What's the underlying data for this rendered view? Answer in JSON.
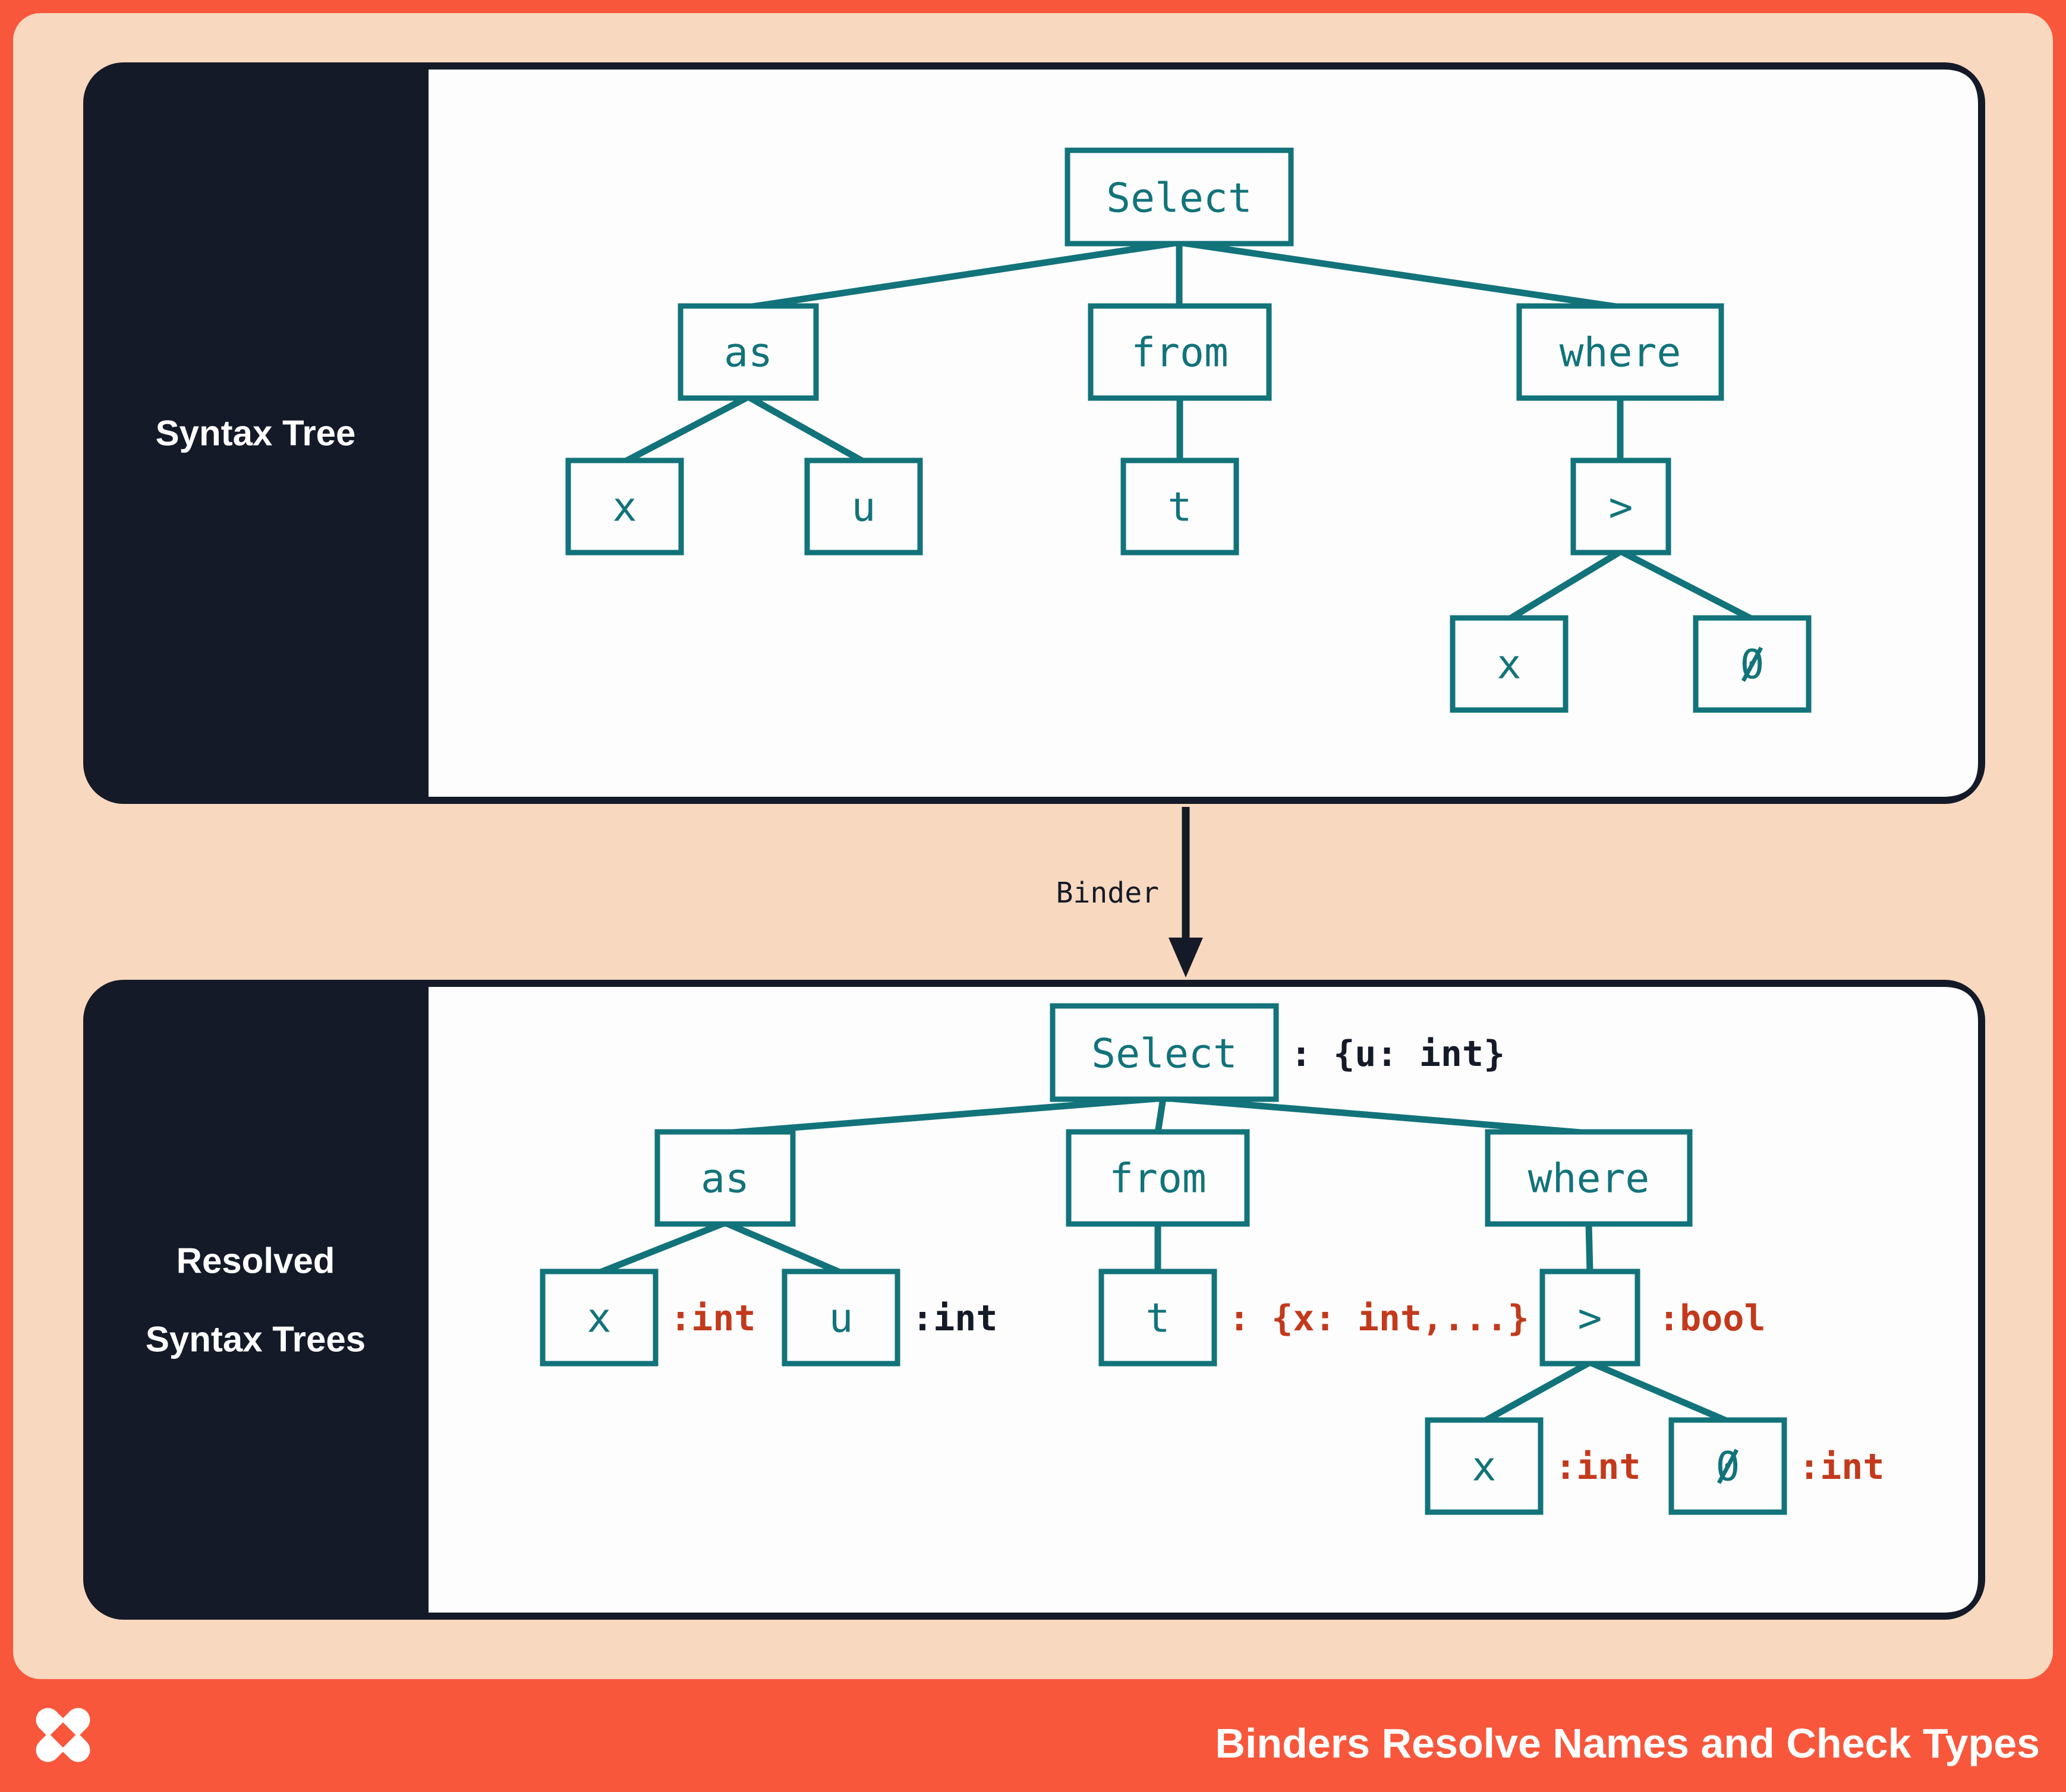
{
  "colors": {
    "orange": "#F8573C",
    "peach": "#F8D9BF",
    "navy": "#141A28",
    "teal": "#12737B",
    "red": "#C23A1B",
    "panel_bg": "#FDFDFD"
  },
  "panels": {
    "syntax": {
      "label": "Syntax Tree"
    },
    "resolved": {
      "label_line1": "Resolved",
      "label_line2": "Syntax Trees"
    }
  },
  "binder": {
    "label": "Binder"
  },
  "syntax_tree": {
    "select": "Select",
    "as": "as",
    "from": "from",
    "where": "where",
    "x1": "x",
    "u": "u",
    "t": "t",
    "gt": ">",
    "x2": "x",
    "zero": "0"
  },
  "resolved_tree": {
    "select": {
      "label": "Select",
      "type": ": {u: int}",
      "type_color": "navy"
    },
    "as": {
      "label": "as"
    },
    "x1": {
      "label": "x",
      "type": ":int",
      "type_color": "red"
    },
    "u": {
      "label": "u",
      "type": ":int",
      "type_color": "navy"
    },
    "from": {
      "label": "from"
    },
    "t": {
      "label": "t",
      "type": ": {x: int,...}",
      "type_color": "red"
    },
    "where": {
      "label": "where"
    },
    "gt": {
      "label": ">",
      "type": ":bool",
      "type_color": "red"
    },
    "x2": {
      "label": "x",
      "type": ":int",
      "type_color": "red"
    },
    "zero": {
      "label": "0",
      "type": ":int",
      "type_color": "red"
    }
  },
  "footer": {
    "title": "Binders Resolve Names and Check Types",
    "logo": "dbt-logo"
  }
}
